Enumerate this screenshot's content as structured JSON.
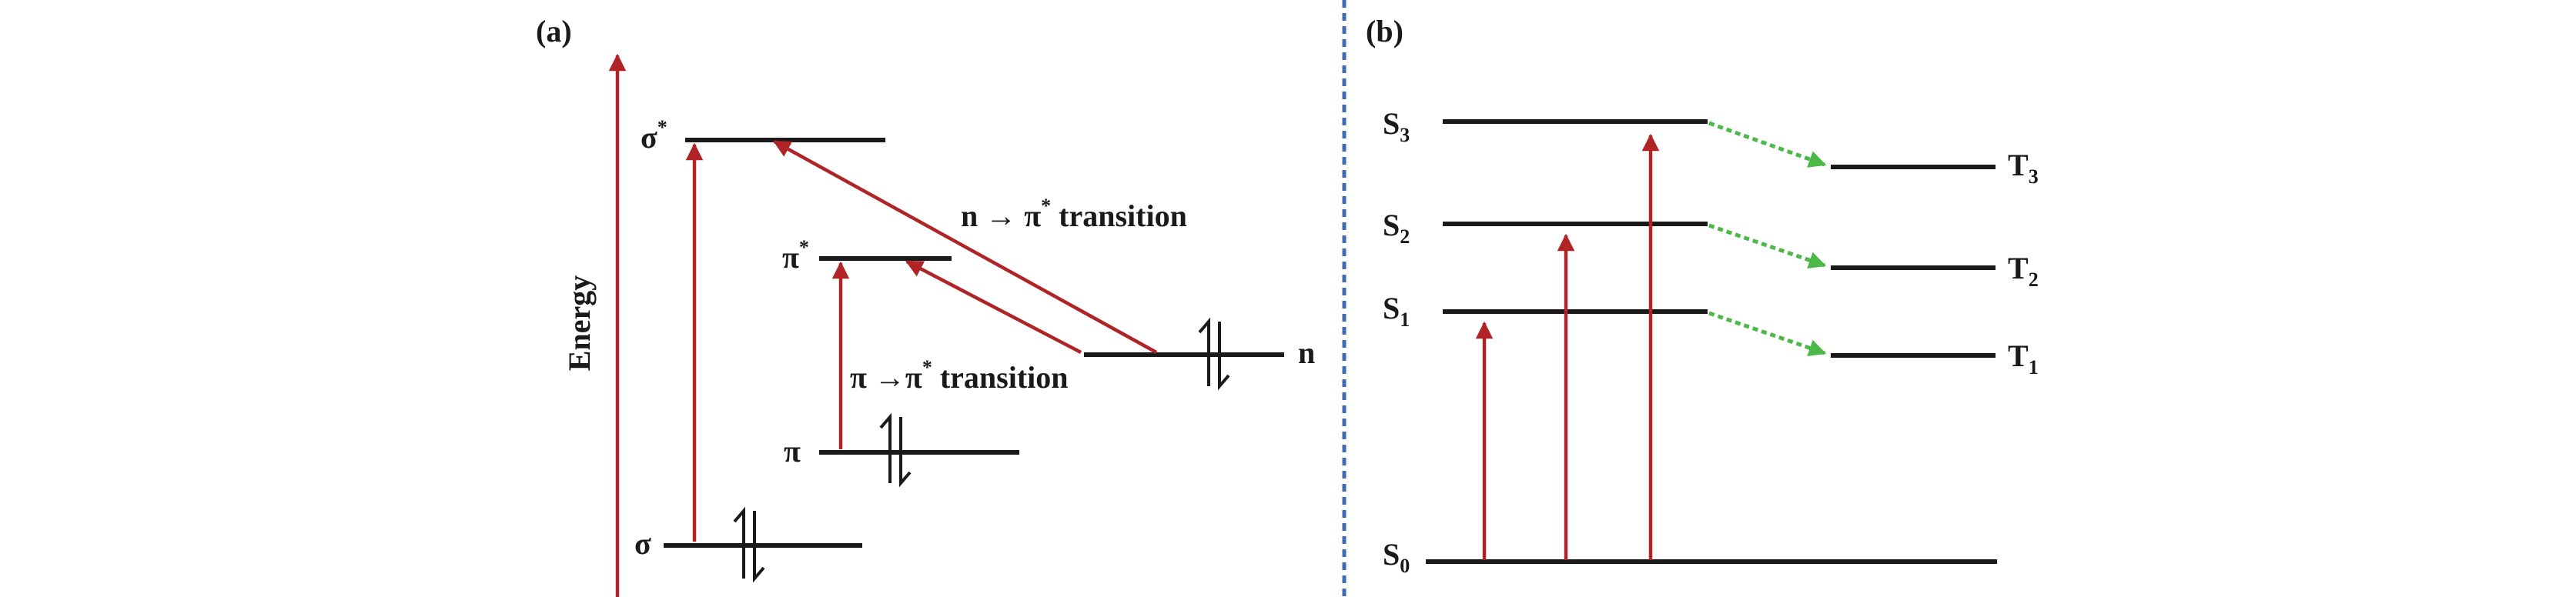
{
  "panel_a": {
    "tag": "(a)",
    "axis_label": "Energy",
    "levels": {
      "sigma_star": {
        "sym": "σ",
        "sup": "*"
      },
      "pi_star": {
        "sym": "π",
        "sup": "*"
      },
      "n": {
        "sym": "n"
      },
      "pi": {
        "sym": "π"
      },
      "sigma": {
        "sym": "σ"
      }
    },
    "n_transition": {
      "pre": "n → π",
      "sup": "*",
      "post": " transition"
    },
    "pi_transition": {
      "pre": "π →π",
      "sup": "*",
      "post": " transition"
    }
  },
  "panel_b": {
    "tag": "(b)",
    "singlets": [
      {
        "base": "S",
        "sub": "3"
      },
      {
        "base": "S",
        "sub": "2"
      },
      {
        "base": "S",
        "sub": "1"
      },
      {
        "base": "S",
        "sub": "0"
      }
    ],
    "triplets": [
      {
        "base": "T",
        "sub": "3"
      },
      {
        "base": "T",
        "sub": "2"
      },
      {
        "base": "T",
        "sub": "1"
      }
    ]
  },
  "colors": {
    "arrow": "#b02428",
    "isc": "#4cb848",
    "divider": "#3f6bb5",
    "level": "#1a1a1a"
  }
}
